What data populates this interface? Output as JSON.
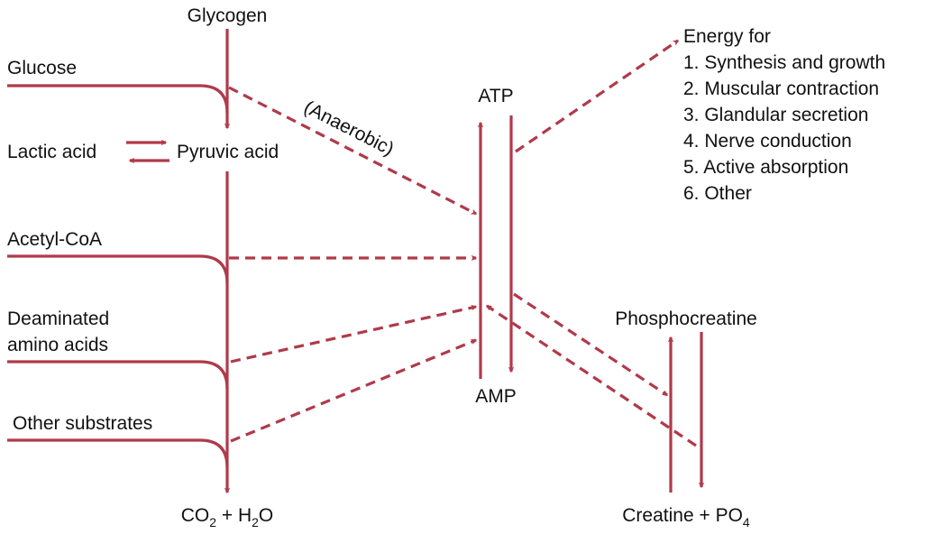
{
  "colors": {
    "arrow": "#b03a4a",
    "text": "#111111"
  },
  "labels": {
    "glycogen": "Glycogen",
    "glucose": "Glucose",
    "lactic_acid": "Lactic acid",
    "pyruvic_acid": "Pyruvic acid",
    "anaerobic": "(Anaerobic)",
    "acetyl_coa": "Acetyl-CoA",
    "deaminated_1": "Deaminated",
    "deaminated_2": "amino acids",
    "other_substrates": "Other substrates",
    "co2": "CO",
    "co2_sub": "2",
    "co2_plus_h": " + H",
    "h2o_sub": "2",
    "h2o_o": "O",
    "atp": "ATP",
    "amp": "AMP",
    "phosphocreatine": "Phosphocreatine",
    "creatine": "Creatine + PO",
    "po4_sub": "4"
  },
  "energy": {
    "title": "Energy for",
    "uses": [
      "1. Synthesis and growth",
      "2. Muscular contraction",
      "3. Glandular secretion",
      "4. Nerve conduction",
      "5. Active absorption",
      "6. Other"
    ]
  }
}
